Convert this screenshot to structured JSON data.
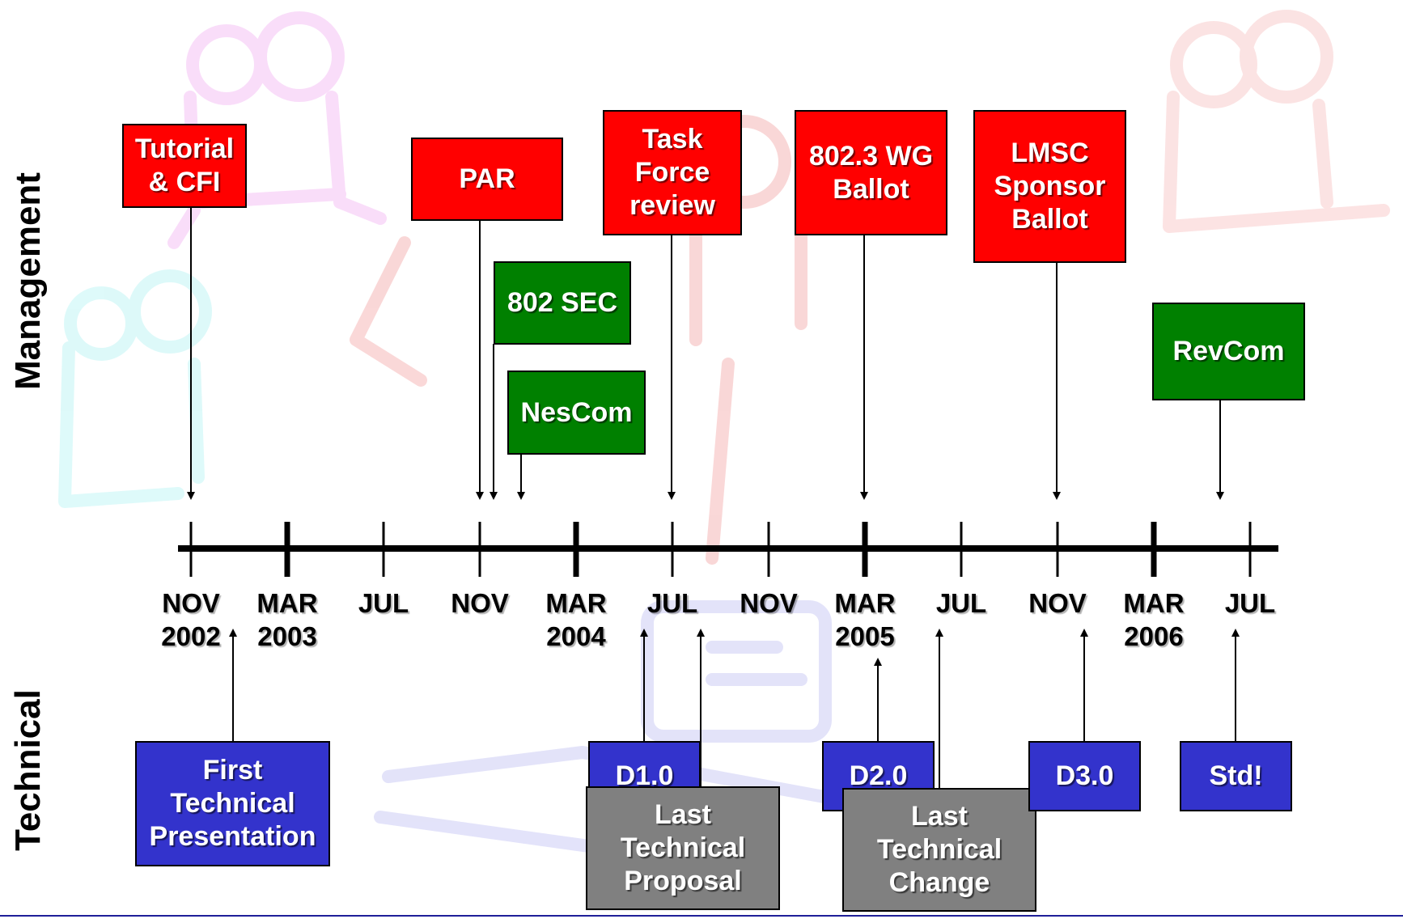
{
  "side_labels": {
    "management": "Management",
    "technical": "Technical"
  },
  "axis": {
    "ticks": [
      {
        "month": "NOV",
        "year": "2002"
      },
      {
        "month": "MAR",
        "year": "2003"
      },
      {
        "month": "JUL",
        "year": ""
      },
      {
        "month": "NOV",
        "year": ""
      },
      {
        "month": "MAR",
        "year": "2004"
      },
      {
        "month": "JUL",
        "year": ""
      },
      {
        "month": "NOV",
        "year": ""
      },
      {
        "month": "MAR",
        "year": "2005"
      },
      {
        "month": "JUL",
        "year": ""
      },
      {
        "month": "NOV",
        "year": ""
      },
      {
        "month": "MAR",
        "year": "2006"
      },
      {
        "month": "JUL",
        "year": ""
      }
    ]
  },
  "management": {
    "tutorial": "Tutorial\n& CFI",
    "par": "PAR",
    "sec": "802 SEC",
    "nescom": "NesCom",
    "task_force": "Task\nForce\nreview",
    "wg_ballot": "802.3 WG\nBallot",
    "lmsc": "LMSC\nSponsor\nBallot",
    "revcom": "RevCom"
  },
  "technical": {
    "first": "First\nTechnical\nPresentation",
    "d1": "D1.0",
    "last_proposal": "Last\nTechnical\nProposal",
    "d2": "D2.0",
    "last_change": "Last\nTechnical\nChange",
    "d3": "D3.0",
    "std": "Std!"
  },
  "colors": {
    "management_box": "#ff0000",
    "approval_box": "#008000",
    "technical_box": "#3333cc",
    "final_box": "#808080"
  }
}
